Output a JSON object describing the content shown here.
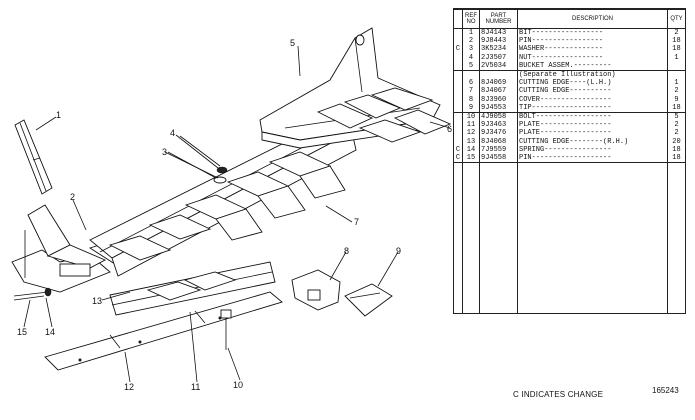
{
  "callouts": [
    "1",
    "2",
    "3",
    "4",
    "5",
    "6",
    "7",
    "8",
    "9",
    "10",
    "11",
    "12",
    "13",
    "14",
    "15"
  ],
  "table": {
    "headers": {
      "change": "",
      "ref_no": "REF NO",
      "part_number": "PART NUMBER",
      "description": "DESCRIPTION",
      "qty": "QTY"
    },
    "rows": [
      {
        "c": "",
        "ref": "1",
        "part": "8J4143",
        "desc": "BIT-----------------",
        "qty": "2"
      },
      {
        "c": "",
        "ref": "2",
        "part": "9J8443",
        "desc": "PIN-----------------",
        "qty": "18"
      },
      {
        "c": "C",
        "ref": "3",
        "part": "3K5234",
        "desc": "WASHER--------------",
        "qty": "18"
      },
      {
        "c": "",
        "ref": "4",
        "part": "2J3507",
        "desc": "NUT-----------------",
        "qty": "1"
      },
      {
        "c": "",
        "ref": "5",
        "part": "2V5034",
        "desc": "BUCKET ASSEM.---------",
        "qty": ""
      },
      {
        "c": "",
        "ref": "",
        "part": "",
        "desc": "(Separate Illustration)",
        "qty": ""
      },
      {
        "c": "",
        "ref": "6",
        "part": "8J4069",
        "desc": "CUTTING EDGE----(L.H.)",
        "qty": "1"
      },
      {
        "c": "",
        "ref": "7",
        "part": "8J4067",
        "desc": "CUTTING EDGE----------",
        "qty": "2"
      },
      {
        "c": "",
        "ref": "8",
        "part": "8J3960",
        "desc": "COVER-----------------",
        "qty": "9"
      },
      {
        "c": "",
        "ref": "9",
        "part": "9J4553",
        "desc": "TIP-------------------",
        "qty": "18"
      },
      {
        "c": "",
        "ref": "10",
        "part": "4J9058",
        "desc": "BOLT------------------",
        "qty": "5"
      },
      {
        "c": "",
        "ref": "11",
        "part": "9J3463",
        "desc": "PLATE-----------------",
        "qty": "2"
      },
      {
        "c": "",
        "ref": "12",
        "part": "9J3476",
        "desc": "PLATE-----------------",
        "qty": "2"
      },
      {
        "c": "",
        "ref": "13",
        "part": "8J4068",
        "desc": "CUTTING EDGE--------(R.H.)",
        "qty": "20"
      },
      {
        "c": "C",
        "ref": "14",
        "part": "7J9559",
        "desc": "SPRING----------------",
        "qty": "18"
      },
      {
        "c": "C",
        "ref": "15",
        "part": "9J4558",
        "desc": "PIN-------------------",
        "qty": "18"
      }
    ]
  },
  "legend": "C INDICATES CHANGE",
  "figure_number": "165243"
}
